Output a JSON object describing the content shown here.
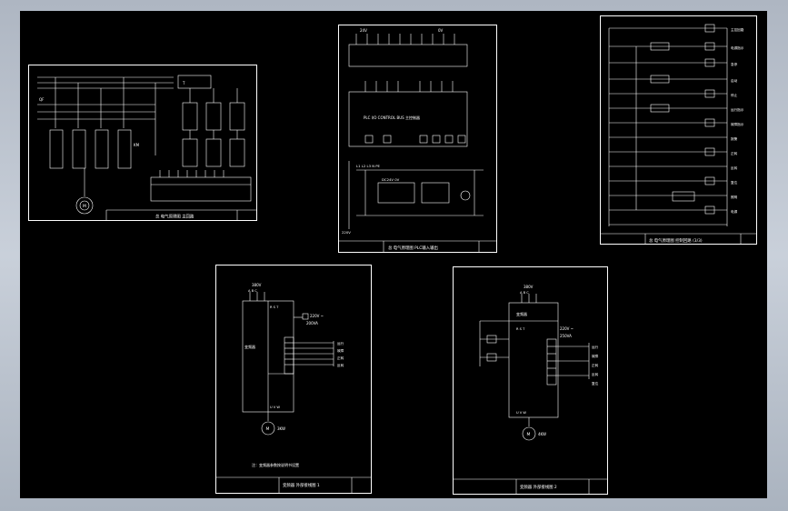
{
  "colors": {
    "canvas": "#000000",
    "line": "#ffffff",
    "window_bg": "#b8c0cc"
  },
  "sheets": [
    {
      "id": "power-circuit",
      "title_block": "总 电气原理图 主回路",
      "texts": [
        "M",
        "QF",
        "KM",
        "T"
      ]
    },
    {
      "id": "plc-io-diagram",
      "title_block": "总 电气原理图 PLC输入输出",
      "texts": [
        "24V",
        "0V",
        "PLC  I/O  CONTROL  BUS  主控制器",
        "L1 L2 L3 N PE",
        "DC24V  0V",
        "220V"
      ]
    },
    {
      "id": "control-ladder",
      "title_block": "总 电气原理图 控制回路 (3/3)",
      "texts": [
        "主控回路",
        "电源指示",
        "急停",
        "启动",
        "停止",
        "运行指示",
        "故障指示",
        "报警",
        "正转",
        "反转",
        "复位",
        "照明",
        "电源"
      ]
    },
    {
      "id": "inverter-wiring-1",
      "title_block": "变频器 外部接线图 1",
      "texts": [
        "380V",
        "A B C",
        "变频器",
        "R S T",
        "M",
        "3KW",
        "U V W",
        "220V ~",
        "200VA",
        "运行",
        "故障",
        "正转",
        "反转",
        "注：变频器参数按说明书设置"
      ]
    },
    {
      "id": "inverter-wiring-2",
      "title_block": "变频器 外部接线图 2",
      "texts": [
        "380V",
        "A B C",
        "变频器",
        "R S T",
        "M",
        "4KW",
        "U V W",
        "220V ~",
        "250VA",
        "运行",
        "故障",
        "正转",
        "反转",
        "复位"
      ]
    }
  ]
}
